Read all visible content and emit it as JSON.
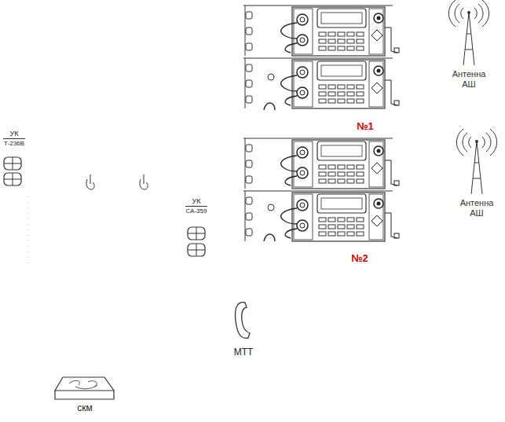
{
  "diagram": {
    "labels": [
      "Антенна АШ",
      "№1",
      "УК",
      "Т-236В",
      "Антенна АШ",
      "УК",
      "СА-359",
      "№2",
      "МТТ",
      "скм"
    ]
  }
}
